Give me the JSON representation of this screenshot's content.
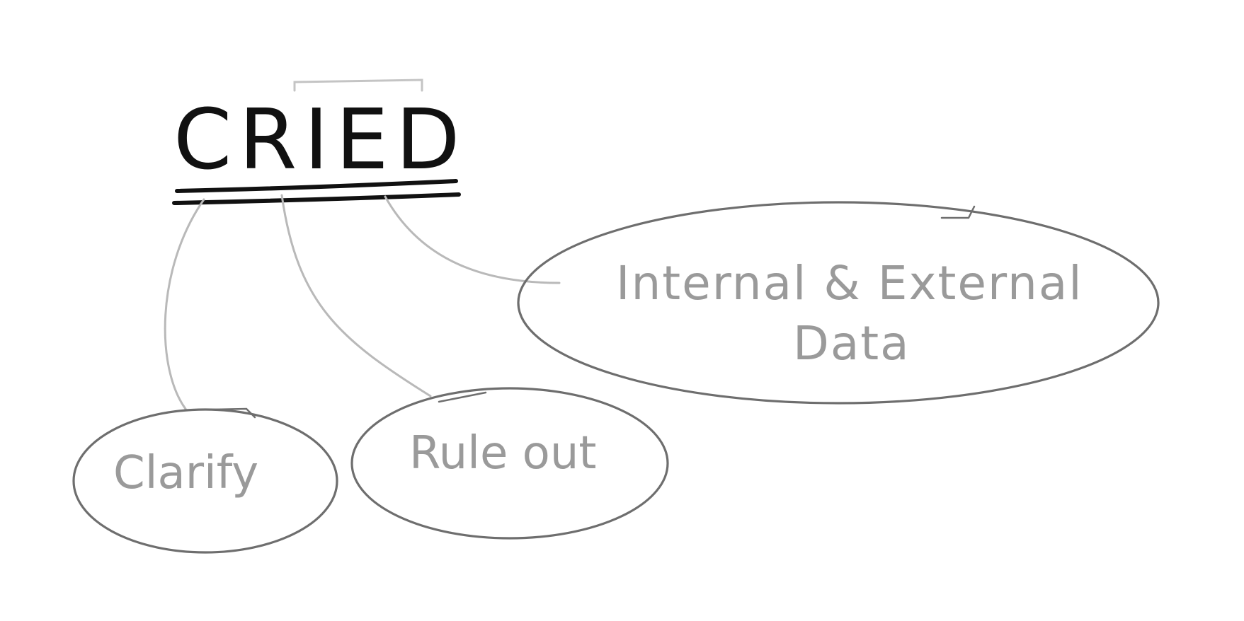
{
  "title": "CRIED",
  "nodes": {
    "clarify": {
      "label": "Clarify"
    },
    "rule_out": {
      "label": "Rule out"
    },
    "internal_external": {
      "line1": "Internal & External",
      "line2": "Data"
    }
  },
  "colors": {
    "title": "#111111",
    "node_text": "#9a9a9a",
    "node_outline": "#6e6e6e",
    "connector": "#b9b9b9",
    "background": "#ffffff"
  }
}
